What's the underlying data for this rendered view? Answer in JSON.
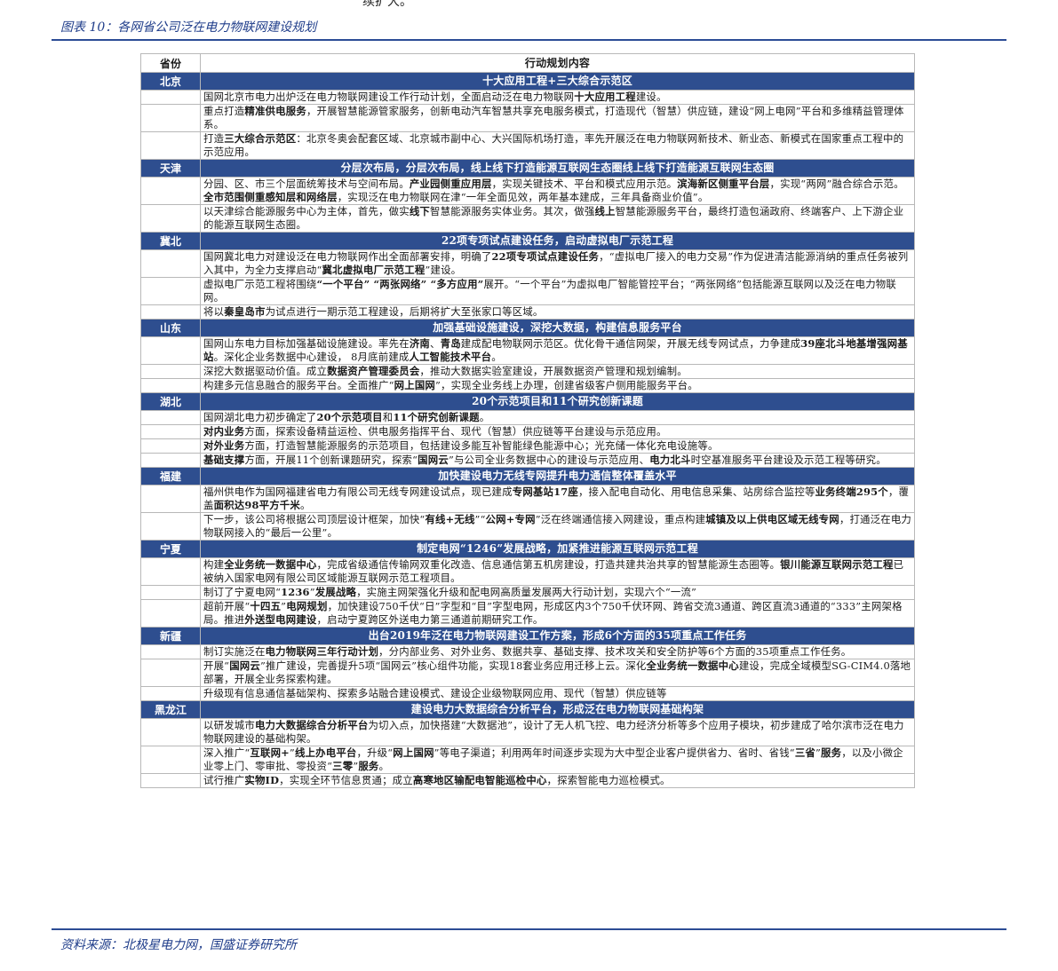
{
  "top_text": "续扩大。",
  "figure_title": "图表 10：各网省公司泛在电力物联网建设规划",
  "table": {
    "header": {
      "province": "省份",
      "content": "行动规划内容"
    },
    "sections": [
      {
        "province": "北京",
        "title": "十大应用工程+三大综合示范区",
        "rows": [
          [
            {
              "t": "国网北京市电力出炉泛在电力物联网建设工作行动计划，全面启动泛在电力物联网"
            },
            {
              "t": "十大应用工程",
              "b": true
            },
            {
              "t": "建设。"
            }
          ],
          [
            {
              "t": "重点打造"
            },
            {
              "t": "精准供电服务",
              "b": true
            },
            {
              "t": "，开展智慧能源管家服务，创新电动汽车智慧共享充电服务模式，打造现代（智慧）供应链，建设“网上电网”平台和多维精益管理体系。"
            }
          ],
          [
            {
              "t": "打造"
            },
            {
              "t": "三大综合示范区",
              "b": true
            },
            {
              "t": "：北京冬奥会配套区域、北京城市副中心、大兴国际机场打造，率先开展泛在电力物联网新技术、新业态、新模式在国家重点工程中的示范应用。"
            }
          ]
        ]
      },
      {
        "province": "天津",
        "title": "分层次布局，分层次布局，线上线下打造能源互联网生态圈线上线下打造能源互联网生态圈",
        "rows": [
          [
            {
              "t": "分园、区、市三个层面统筹技术与空间布局。"
            },
            {
              "t": "产业园侧重应用层",
              "b": true
            },
            {
              "t": "，实现关键技术、平台和模式应用示范。"
            },
            {
              "t": "滨海新区侧重平台层",
              "b": true
            },
            {
              "t": "，实现“两网”融合综合示范。"
            },
            {
              "t": "全市范围侧重感知层和网络层",
              "b": true
            },
            {
              "t": "，实现泛在电力物联网在津“一年全面见效，两年基本建成，三年具备商业价值”。"
            }
          ],
          [
            {
              "t": "以天津综合能源服务中心为主体，首先，做实"
            },
            {
              "t": "线下",
              "b": true
            },
            {
              "t": "智慧能源服务实体业务。其次，做强"
            },
            {
              "t": "线上",
              "b": true
            },
            {
              "t": "智慧能源服务平台，最终打造包涵政府、终端客户、上下游企业的能源互联网生态圈。"
            }
          ]
        ]
      },
      {
        "province": "冀北",
        "title": "22项专项试点建设任务，启动虚拟电厂示范工程",
        "rows": [
          [
            {
              "t": "国网冀北电力对建设泛在电力物联网作出全面部署安排，明确了"
            },
            {
              "t": "22项专项试点建设任务",
              "b": true
            },
            {
              "t": "，“虚拟电厂接入的电力交易”作为促进清洁能源消纳的重点任务被列入其中，为全力支撑启动“"
            },
            {
              "t": "冀北虚拟电厂示范工程",
              "b": true
            },
            {
              "t": "”建设。"
            }
          ],
          [
            {
              "t": "虚拟电厂示范工程将围绕"
            },
            {
              "t": "“一个平台” “两张网络” “多方应用”",
              "b": true
            },
            {
              "t": "展开。“一个平台”为虚拟电厂智能管控平台；“两张网络”包括能源互联网以及泛在电力物联网。"
            }
          ],
          [
            {
              "t": "将以"
            },
            {
              "t": "秦皇岛市",
              "b": true
            },
            {
              "t": "为试点进行一期示范工程建设，后期将扩大至张家口等区域。"
            }
          ]
        ]
      },
      {
        "province": "山东",
        "title": "加强基础设施建设，深挖大数据，构建信息服务平台",
        "rows": [
          [
            {
              "t": "国网山东电力目标加强基础设施建设。率先在"
            },
            {
              "t": "济南",
              "b": true
            },
            {
              "t": "、"
            },
            {
              "t": "青岛",
              "b": true
            },
            {
              "t": "建成配电物联网示范区。优化骨干通信网架，开展无线专网试点，力争建成"
            },
            {
              "t": "39座北斗地基增强网基站",
              "b": true
            },
            {
              "t": "。深化企业务数据中心建设，  8月底前建成"
            },
            {
              "t": "人工智能技术平台",
              "b": true
            },
            {
              "t": "。"
            }
          ],
          [
            {
              "t": "深挖大数据驱动价值。成立"
            },
            {
              "t": "数据资产管理委员会",
              "b": true
            },
            {
              "t": "，推动大数据实验室建设，开展数据资产管理和规划编制。"
            }
          ],
          [
            {
              "t": "构建多元信息融合的服务平台。全面推广“"
            },
            {
              "t": "网上国网",
              "b": true
            },
            {
              "t": "”，实现全业务线上办理，创建省级客户侧用能服务平台。"
            }
          ]
        ]
      },
      {
        "province": "湖北",
        "title": "20个示范项目和11个研究创新课题",
        "rows": [
          [
            {
              "t": "国网湖北电力初步确定了"
            },
            {
              "t": "20个示范项目",
              "b": true
            },
            {
              "t": "和"
            },
            {
              "t": "11个研究创新课题",
              "b": true
            },
            {
              "t": "。"
            }
          ],
          [
            {
              "t": "对内业务",
              "b": true
            },
            {
              "t": "方面，探索设备精益运检、供电服务指挥平台、现代（智慧）供应链等平台建设与示范应用。"
            }
          ],
          [
            {
              "t": "对外业务",
              "b": true
            },
            {
              "t": "方面，打造智慧能源服务的示范项目，包括建设多能互补智能绿色能源中心；光充储一体化充电设施等。"
            }
          ],
          [
            {
              "t": "基础支撑",
              "b": true
            },
            {
              "t": "方面，开展11个创新课题研究，探索“"
            },
            {
              "t": "国网云",
              "b": true
            },
            {
              "t": "”与公司全业务数据中心的建设与示范应用、"
            },
            {
              "t": "电力北斗",
              "b": true
            },
            {
              "t": "时空基准服务平台建设及示范工程等研究。"
            }
          ]
        ]
      },
      {
        "province": "福建",
        "title": "加快建设电力无线专网提升电力通信整体覆盖水平",
        "rows": [
          [
            {
              "t": "福州供电作为国网福建省电力有限公司无线专网建设试点，现已建成"
            },
            {
              "t": "专网基站17座",
              "b": true
            },
            {
              "t": "，接入配电自动化、用电信息采集、站房综合监控等"
            },
            {
              "t": "业务终端295个",
              "b": true
            },
            {
              "t": "，覆盖"
            },
            {
              "t": "面积达98平方千米",
              "b": true
            },
            {
              "t": "。"
            }
          ],
          [
            {
              "t": "下一步，该公司将根据公司顶层设计框架，加快“"
            },
            {
              "t": "有线+无线",
              "b": true
            },
            {
              "t": "”“"
            },
            {
              "t": "公网+专网",
              "b": true
            },
            {
              "t": "”泛在终端通信接入网建设，重点构建"
            },
            {
              "t": "城镇及以上供电区域无线专网",
              "b": true
            },
            {
              "t": "，打通泛在电力物联网接入的“最后一公里”。"
            }
          ]
        ]
      },
      {
        "province": "宁夏",
        "title": "制定电网“1246”发展战略，加紧推进能源互联网示范工程",
        "rows": [
          [
            {
              "t": "构建"
            },
            {
              "t": "全业务统一数据中心",
              "b": true
            },
            {
              "t": "，完成省级通信传输网双重化改造、信息通信第五机房建设，打造共建共治共享的智慧能源生态圈等。"
            },
            {
              "t": "银川能源互联网示范工程",
              "b": true
            },
            {
              "t": "已被纳入国家电网有限公司区域能源互联网示范工程项目。"
            }
          ],
          [
            {
              "t": "制订了宁夏电网“"
            },
            {
              "t": "1236",
              "b": true
            },
            {
              "t": "”"
            },
            {
              "t": "发展战略",
              "b": true
            },
            {
              "t": "，实施主网架强化升级和配电网高质量发展两大行动计划，实现六个“一流”"
            }
          ],
          [
            {
              "t": "超前开展“"
            },
            {
              "t": "十四五",
              "b": true
            },
            {
              "t": "”"
            },
            {
              "t": "电网规划",
              "b": true
            },
            {
              "t": "，加快建设750千伏“日”字型和“目”字型电网，形成区内3个750千伏环网、跨省交流3通道、跨区直流3通道的“333”主网架格局。推进"
            },
            {
              "t": "外送型电网建设",
              "b": true
            },
            {
              "t": "，启动宁夏跨区外送电力第三通道前期研究工作。"
            }
          ]
        ]
      },
      {
        "province": "新疆",
        "title": "出台2019年泛在电力物联网建设工作方案，形成6个方面的35项重点工作任务",
        "rows": [
          [
            {
              "t": "制订实施泛在"
            },
            {
              "t": "电力物联网三年行动计划",
              "b": true
            },
            {
              "t": "，分内部业务、对外业务、数据共享、基础支撑、技术攻关和安全防护等6个方面的35项重点工作任务。"
            }
          ],
          [
            {
              "t": "开展“"
            },
            {
              "t": "国网云",
              "b": true
            },
            {
              "t": "”推广建设，完善提升5项“国网云”核心组件功能，实现18套业务应用迁移上云。深化"
            },
            {
              "t": "全业务统一数据中心",
              "b": true
            },
            {
              "t": "建设，完成全域模型SG-CIM4.0落地部署，开展全业务探索构建。"
            }
          ],
          [
            {
              "t": "升级现有信息通信基础架构、探索多站融合建设模式、建设企业级物联网应用、现代（智慧）供应链等"
            }
          ]
        ]
      },
      {
        "province": "黑龙江",
        "title": "建设电力大数据综合分析平台，形成泛在电力物联网基础构架",
        "rows": [
          [
            {
              "t": "以研发城市"
            },
            {
              "t": "电力大数据综合分析平台",
              "b": true
            },
            {
              "t": "为切入点，加快搭建“大数据池”，设计了无人机飞控、电力经济分析等多个应用子模块，初步建成了哈尔滨市泛在电力物联网建设的基础构架。"
            }
          ],
          [
            {
              "t": "深入推广“"
            },
            {
              "t": "互联网+",
              "b": true
            },
            {
              "t": "”"
            },
            {
              "t": "线上办电平台",
              "b": true
            },
            {
              "t": "，升级“"
            },
            {
              "t": "网上国网",
              "b": true
            },
            {
              "t": "”等电子渠道；利用两年时间逐步实现为大中型企业客户提供省力、省时、省钱“"
            },
            {
              "t": "三省",
              "b": true
            },
            {
              "t": "”"
            },
            {
              "t": "服务",
              "b": true
            },
            {
              "t": "，以及小微企业零上门、零审批、零投资“"
            },
            {
              "t": "三零",
              "b": true
            },
            {
              "t": "”"
            },
            {
              "t": "服务",
              "b": true
            },
            {
              "t": "。"
            }
          ],
          [
            {
              "t": "试行推广"
            },
            {
              "t": "实物ID",
              "b": true
            },
            {
              "t": "，实现全环节信息贯通；成立"
            },
            {
              "t": "高寒地区输配电智能巡检中心",
              "b": true
            },
            {
              "t": "，探索智能电力巡检模式。"
            }
          ]
        ]
      }
    ]
  },
  "source": "资料来源：北极星电力网，国盛证券研究所",
  "colors": {
    "section_bg": "#2e4e8f",
    "accent": "#1f3d8a",
    "rule": "#2c4c95"
  }
}
